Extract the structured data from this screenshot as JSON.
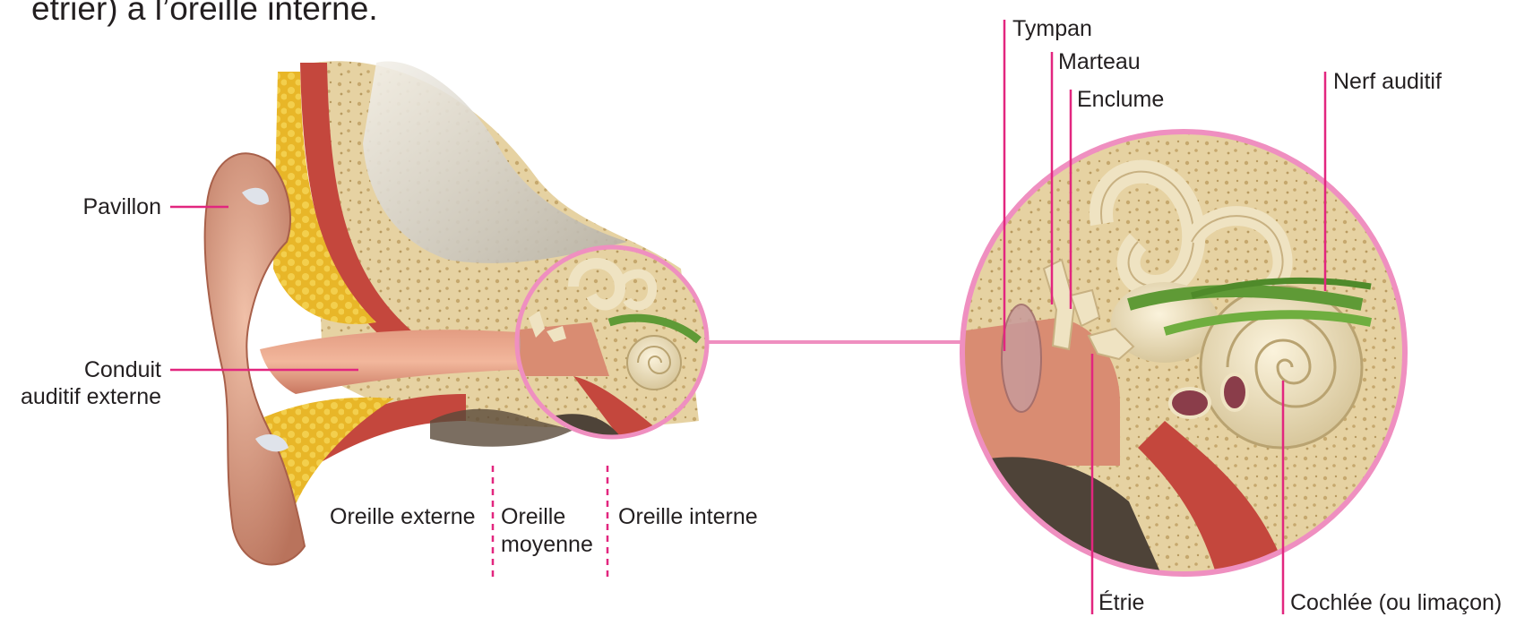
{
  "caption": "étrier) à l’oreille interne.",
  "labels": {
    "pavillon": "Pavillon",
    "conduit_line1": "Conduit",
    "conduit_line2": "auditif externe",
    "oreille_externe": "Oreille externe",
    "oreille_moyenne_line1": "Oreille",
    "oreille_moyenne_line2": "moyenne",
    "oreille_interne": "Oreille interne",
    "tympan": "Tympan",
    "marteau": "Marteau",
    "enclume": "Enclume",
    "nerf_auditif": "Nerf auditif",
    "etrier": "Étrie",
    "cochlee": "Cochlée (ou limaçon)"
  },
  "colors": {
    "leader_line": "#e2267f",
    "circle_border": "#ef8fc0",
    "skin": "#dc9a82",
    "bone": "#e8d6a8",
    "fat": "#e9be2e",
    "muscle": "#c4473d",
    "nerve": "#5f9a36",
    "cartilage": "#dfe3ea"
  }
}
